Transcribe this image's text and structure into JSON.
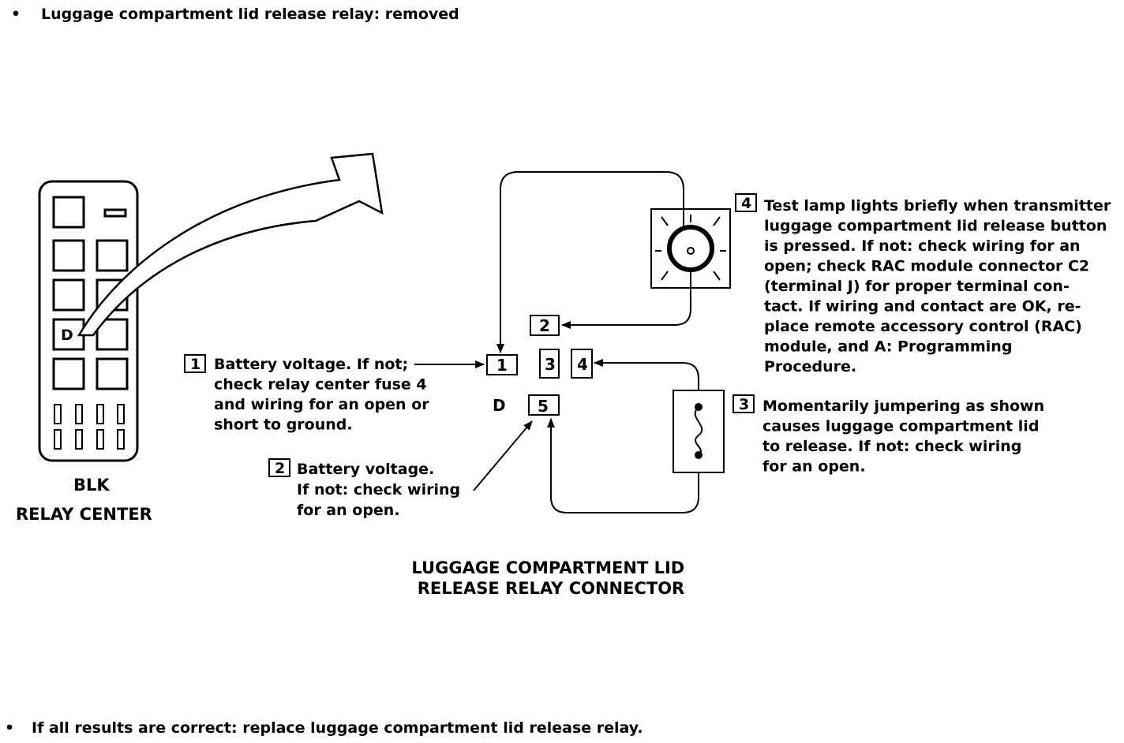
{
  "header_note": {
    "bullet": "•",
    "text": "Luggage compartment lid release relay: removed"
  },
  "relay_center": {
    "slot_letter": "D",
    "color_label": "BLK",
    "label": "RELAY CENTER"
  },
  "connector": {
    "pins": [
      "1",
      "2",
      "3",
      "4",
      "5"
    ],
    "cavity_letter": "D",
    "caption_lines": [
      "LUGGAGE COMPARTMENT LID",
      "RELEASE RELAY CONNECTOR"
    ]
  },
  "steps": [
    {
      "number": "1",
      "lines": [
        "Battery voltage. If not;",
        "check relay center fuse 4",
        "and wiring for an open or",
        "short to ground."
      ]
    },
    {
      "number": "2",
      "lines": [
        "Battery voltage.",
        "If not: check wiring",
        "for an open."
      ]
    },
    {
      "number": "3",
      "lines": [
        "Momentarily jumpering as shown",
        "causes luggage compartment lid",
        "to release. If not: check wiring",
        "for an open."
      ]
    },
    {
      "number": "4",
      "lines": [
        "Test lamp lights briefly when transmitter",
        "luggage compartment lid release button",
        "is pressed. If not: check wiring for an",
        "open; check RAC module connector C2",
        "(terminal J) for proper terminal con-",
        "tact. If wiring and contact are OK, re-",
        "place remote accessory control (RAC)",
        "module, and A: Programming",
        "Procedure."
      ]
    }
  ],
  "footer_note": {
    "bullet": "•",
    "text": "If all results are correct: replace luggage compartment lid release relay."
  }
}
